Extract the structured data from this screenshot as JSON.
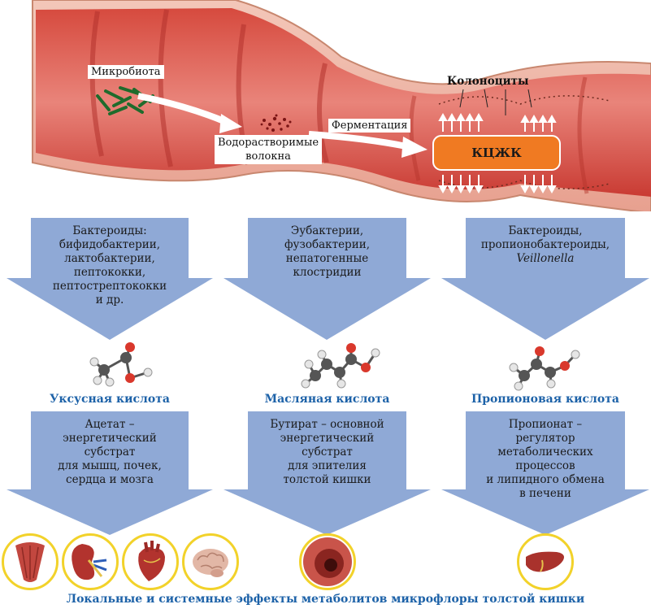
{
  "intestine": {
    "microbiota_label": "Микробиота",
    "fibers_label_line1": "Водорастворимые",
    "fibers_label_line2": "волокна",
    "fermentation_label": "Ферментация",
    "colonocytes_label": "Колоноциты",
    "scfa_label": "КЦЖК"
  },
  "columns": [
    {
      "bacteria": [
        "Бактероиды:",
        "бифидобактерии,",
        "лактобактерии,",
        "пептококки,",
        "пептострептококки",
        "и др."
      ],
      "acid_name": "Уксусная кислота",
      "effect": [
        "Ацетат –",
        "энергетический",
        "субстрат",
        "для мышц, почек,",
        "сердца и мозга"
      ],
      "organs": [
        "muscle-icon",
        "kidney-icon",
        "heart-icon",
        "brain-icon"
      ]
    },
    {
      "bacteria": [
        "Эубактерии,",
        "фузобактерии,",
        "непатогенные",
        "клостридии"
      ],
      "acid_name": "Масляная кислота",
      "effect": [
        "Бутират – основной",
        "энергетический",
        "субстрат",
        "для эпителия",
        "толстой кишки"
      ],
      "organs": [
        "colon-lumen-icon"
      ]
    },
    {
      "bacteria": [
        "Бактероиды,",
        "пропионобактероиды,",
        "Veillonella"
      ],
      "acid_name": "Пропионовая кислота",
      "effect": [
        "Пропионат –",
        "регулятор",
        "метаболических",
        "процессов",
        "и липидного обмена",
        "в печени"
      ],
      "organs": [
        "liver-icon"
      ]
    }
  ],
  "footer": "Локальные и системные эффекты метаболитов микрофлоры толстой кишки",
  "colors": {
    "arrow_blue": "#8fa9d6",
    "accent_blue": "#1d62a8",
    "scfa_orange": "#f07a22",
    "organ_ring": "#f2d22a",
    "colon_pink": "#e79a8e"
  }
}
